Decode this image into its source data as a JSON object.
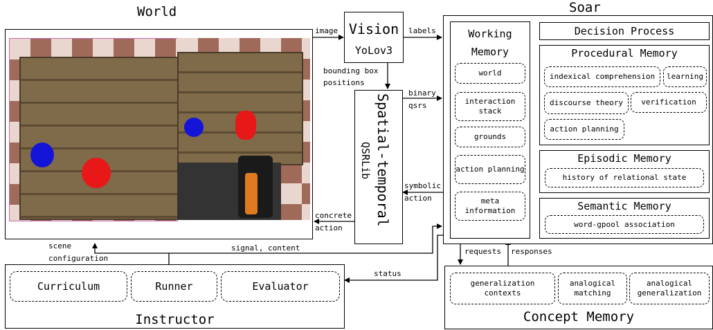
{
  "world": {
    "title": "World"
  },
  "vision": {
    "title": "Vision",
    "subtitle": "YoLov3"
  },
  "spatial": {
    "title": "Spatial-temporal",
    "subtitle": "QSRLib"
  },
  "soar": {
    "title": "Soar",
    "working_memory": {
      "title": "Working Memory",
      "items": [
        "world",
        "interaction stack",
        "grounds",
        "action planning",
        "meta information"
      ]
    },
    "decision_process": "Decision Process",
    "procedural_memory": {
      "title": "Procedural Memory",
      "items": [
        "indexical comprehension",
        "learning",
        "discourse theory",
        "verification",
        "action planning"
      ]
    },
    "episodic_memory": {
      "title": "Episodic Memory",
      "items": [
        "history of relational state"
      ]
    },
    "semantic_memory": {
      "title": "Semantic Memory",
      "items": [
        "word-gpool association"
      ]
    }
  },
  "concept_memory": {
    "title": "Concept Memory",
    "items": [
      "generalization contexts",
      "analogical matching",
      "analogical generalization"
    ]
  },
  "instructor": {
    "title": "Instructor",
    "items": [
      "Curriculum",
      "Runner",
      "Evaluator"
    ]
  },
  "edge_labels": {
    "image": "image",
    "labels": "labels",
    "bounding_box": "bounding box",
    "positions": "positions",
    "binary": "binary",
    "qsrs": "qsrs",
    "symbolic": "symbolic",
    "action1": "action",
    "concrete": "concrete",
    "action2": "action",
    "scene": "scene",
    "configuration": "configuration",
    "signal_content": "signal, content",
    "requests": "requests",
    "responses": "responses",
    "status": "status"
  },
  "colors": {
    "stroke": "#000000",
    "background": "#ffffff",
    "world_frame": "#c46ab0"
  }
}
